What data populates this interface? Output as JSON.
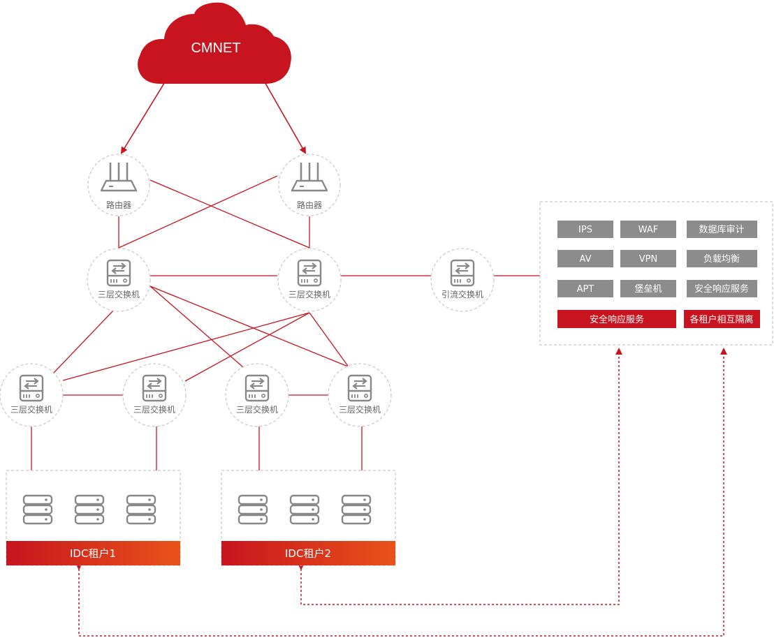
{
  "cloud": {
    "label": "CMNET"
  },
  "routers": [
    {
      "label": "路由器"
    },
    {
      "label": "路由器"
    }
  ],
  "core_switches": [
    {
      "label": "三层交换机"
    },
    {
      "label": "三层交换机"
    }
  ],
  "diversion_switch": {
    "label": "引流交换机"
  },
  "access_switches": [
    {
      "label": "三层交换机"
    },
    {
      "label": "三层交换机"
    },
    {
      "label": "三层交换机"
    },
    {
      "label": "三层交换机"
    }
  ],
  "security_panel": {
    "items": [
      "IPS",
      "WAF",
      "数据库审计",
      "AV",
      "VPN",
      "负载均衡",
      "APT",
      "堡垒机",
      "安全响应服务"
    ],
    "footer_left": "安全响应服务",
    "footer_right": "各租户相互隔离"
  },
  "tenants": [
    {
      "label": "IDC租户1"
    },
    {
      "label": "IDC租户2"
    }
  ],
  "colors": {
    "accent": "#c8141e",
    "accent_orange": "#e8531a",
    "chip_gray": "#8c8c8c",
    "icon_gray": "#888888",
    "dashed_border": "#c8c8c8"
  }
}
